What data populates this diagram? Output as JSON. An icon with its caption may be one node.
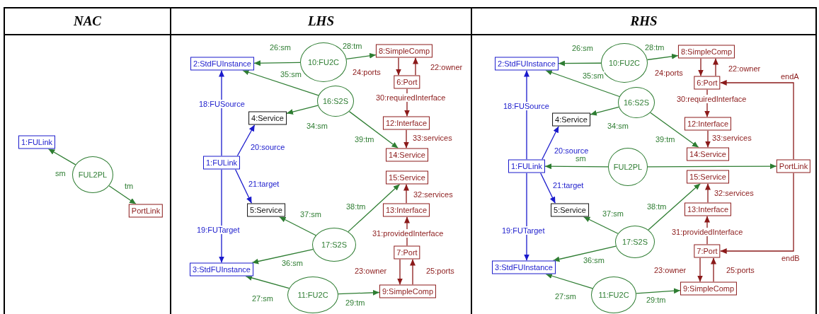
{
  "diagram": {
    "nodes": [
      {
        "text": [
          "NAC"
        ]
      },
      {
        "text": [
          "1:FULink"
        ],
        "in": 0
      },
      {
        "text": [
          "FUL2PL"
        ],
        "in": 0
      },
      {
        "text": [
          "PortLink"
        ],
        "in": 0
      },
      {
        "text": [
          "LHS"
        ]
      },
      {
        "text": [
          "2:StdFUInstance"
        ],
        "in": 4
      },
      {
        "text": [
          "10:FU2C"
        ],
        "in": 4
      },
      {
        "text": [
          "8:SimpleComp"
        ],
        "in": 4
      },
      {
        "text": [
          "6:Port"
        ],
        "in": 4
      },
      {
        "text": [
          "16:S2S"
        ],
        "in": 4
      },
      {
        "text": [
          "4:Service"
        ],
        "in": 4
      },
      {
        "text": [
          "12:Interface"
        ],
        "in": 4
      },
      {
        "text": [
          "14:Service"
        ],
        "in": 4
      },
      {
        "text": [
          "1:FULink"
        ],
        "in": 4
      },
      {
        "text": [
          "15:Service"
        ],
        "in": 4
      },
      {
        "text": [
          "5:Service"
        ],
        "in": 4
      },
      {
        "text": [
          "13:Interface"
        ],
        "in": 4
      },
      {
        "text": [
          "17:S2S"
        ],
        "in": 4
      },
      {
        "text": [
          "7:Port"
        ],
        "in": 4
      },
      {
        "text": [
          "3:StdFUInstance"
        ],
        "in": 4
      },
      {
        "text": [
          "9:SimpleComp"
        ],
        "in": 4
      },
      {
        "text": [
          "11:FU2C"
        ],
        "in": 4
      },
      {
        "text": [
          "RHS"
        ]
      },
      {
        "text": [
          "2:StdFUInstance"
        ],
        "in": 22
      },
      {
        "text": [
          "10:FU2C"
        ],
        "in": 22
      },
      {
        "text": [
          "8:SimpleComp"
        ],
        "in": 22
      },
      {
        "text": [
          "6:Port"
        ],
        "in": 22
      },
      {
        "text": [
          "16:S2S"
        ],
        "in": 22
      },
      {
        "text": [
          "4:Service"
        ],
        "in": 22
      },
      {
        "text": [
          "12:Interface"
        ],
        "in": 22
      },
      {
        "text": [
          "14:Service"
        ],
        "in": 22
      },
      {
        "text": [
          "1:FULink"
        ],
        "in": 22
      },
      {
        "text": [
          "FUL2PL"
        ],
        "in": 22
      },
      {
        "text": [
          "PortLink"
        ],
        "in": 22
      },
      {
        "text": [
          "15:Service"
        ],
        "in": 22
      },
      {
        "text": [
          "5:Service"
        ],
        "in": 22
      },
      {
        "text": [
          "13:Interface"
        ],
        "in": 22
      },
      {
        "text": [
          "17:S2S"
        ],
        "in": 22
      },
      {
        "text": [
          "7:Port"
        ],
        "in": 22
      },
      {
        "text": [
          "3:StdFUInstance"
        ],
        "in": 22
      },
      {
        "text": [
          "9:SimpleComp"
        ],
        "in": 22
      },
      {
        "text": [
          "11:FU2C"
        ],
        "in": 22
      }
    ],
    "edges": [
      {
        "from": 2,
        "to": 1,
        "arrow": "to",
        "label": "sm"
      },
      {
        "from": 2,
        "to": 3,
        "arrow": "to",
        "label": "tm"
      },
      {
        "from": 6,
        "to": 5,
        "arrow": "to",
        "label": "26:sm"
      },
      {
        "from": 6,
        "to": 7,
        "arrow": "to",
        "label": "28:tm"
      },
      {
        "from": 9,
        "to": 5,
        "arrow": "to",
        "label": "35:sm"
      },
      {
        "from": 9,
        "to": 10,
        "arrow": "to",
        "label": "34:sm"
      },
      {
        "from": 9,
        "to": 12,
        "arrow": "to",
        "label": "39:tm"
      },
      {
        "from": 7,
        "to": 8,
        "arrow": "to",
        "label": "24:ports",
        "color": "#8b1a1a"
      },
      {
        "from": 8,
        "to": 7,
        "arrow": "to",
        "label": "22:owner",
        "color": "#8b1a1a"
      },
      {
        "from": 8,
        "to": 11,
        "arrow": "to",
        "label": "30:requiredInterface",
        "color": "#8b1a1a"
      },
      {
        "from": 11,
        "to": 12,
        "arrow": "to",
        "label": "33:services",
        "color": "#8b1a1a"
      },
      {
        "from": 13,
        "to": 5,
        "arrow": "to",
        "label": "18:FUSource",
        "color": "#1a1acc"
      },
      {
        "from": 13,
        "to": 10,
        "arrow": "to",
        "label": "20:source",
        "color": "#1a1acc"
      },
      {
        "from": 13,
        "to": 15,
        "arrow": "to",
        "label": "21:target",
        "color": "#1a1acc"
      },
      {
        "from": 13,
        "to": 19,
        "arrow": "to",
        "label": "19:FUTarget",
        "color": "#1a1acc"
      },
      {
        "from": 17,
        "to": 15,
        "arrow": "to",
        "label": "37:sm"
      },
      {
        "from": 17,
        "to": 14,
        "arrow": "to",
        "label": "38:tm"
      },
      {
        "from": 17,
        "to": 19,
        "arrow": "to",
        "label": "36:sm"
      },
      {
        "from": 16,
        "to": 14,
        "arrow": "to",
        "label": "32:services",
        "color": "#8b1a1a"
      },
      {
        "from": 18,
        "to": 16,
        "arrow": "to",
        "label": "31:providedInterface",
        "color": "#8b1a1a"
      },
      {
        "from": 20,
        "to": 18,
        "arrow": "to",
        "label": "25:ports",
        "color": "#8b1a1a"
      },
      {
        "from": 18,
        "to": 20,
        "arrow": "to",
        "label": "23:owner",
        "color": "#8b1a1a"
      },
      {
        "from": 21,
        "to": 19,
        "arrow": "to",
        "label": "27:sm"
      },
      {
        "from": 21,
        "to": 20,
        "arrow": "to",
        "label": "29:tm"
      },
      {
        "from": 24,
        "to": 23,
        "arrow": "to",
        "label": "26:sm"
      },
      {
        "from": 24,
        "to": 25,
        "arrow": "to",
        "label": "28:tm"
      },
      {
        "from": 27,
        "to": 23,
        "arrow": "to",
        "label": "35:sm"
      },
      {
        "from": 27,
        "to": 28,
        "arrow": "to",
        "label": "34:sm"
      },
      {
        "from": 27,
        "to": 30,
        "arrow": "to",
        "label": "39:tm"
      },
      {
        "from": 25,
        "to": 26,
        "arrow": "to",
        "label": "24:ports",
        "color": "#8b1a1a"
      },
      {
        "from": 26,
        "to": 25,
        "arrow": "to",
        "label": "22:owner",
        "color": "#8b1a1a"
      },
      {
        "from": 26,
        "to": 29,
        "arrow": "to",
        "label": "30:requiredInterface",
        "color": "#8b1a1a"
      },
      {
        "from": 29,
        "to": 30,
        "arrow": "to",
        "label": "33:services",
        "color": "#8b1a1a"
      },
      {
        "from": 31,
        "to": 23,
        "arrow": "to",
        "label": "18:FUSource",
        "color": "#1a1acc"
      },
      {
        "from": 31,
        "to": 28,
        "arrow": "to",
        "label": "20:source",
        "color": "#1a1acc"
      },
      {
        "from": 31,
        "to": 35,
        "arrow": "to",
        "label": "21:target",
        "color": "#1a1acc"
      },
      {
        "from": 31,
        "to": 39,
        "arrow": "to",
        "label": "19:FUTarget",
        "color": "#1a1acc"
      },
      {
        "from": 37,
        "to": 35,
        "arrow": "to",
        "label": "37:sm"
      },
      {
        "from": 37,
        "to": 34,
        "arrow": "to",
        "label": "38:tm"
      },
      {
        "from": 37,
        "to": 39,
        "arrow": "to",
        "label": "36:sm"
      },
      {
        "from": 36,
        "to": 34,
        "arrow": "to",
        "label": "32:services",
        "color": "#8b1a1a"
      },
      {
        "from": 38,
        "to": 36,
        "arrow": "to",
        "label": "31:providedInterface",
        "color": "#8b1a1a"
      },
      {
        "from": 40,
        "to": 38,
        "arrow": "to",
        "label": "25:ports",
        "color": "#8b1a1a"
      },
      {
        "from": 38,
        "to": 40,
        "arrow": "to",
        "label": "23:owner",
        "color": "#8b1a1a"
      },
      {
        "from": 41,
        "to": 39,
        "arrow": "to",
        "label": "27:sm"
      },
      {
        "from": 41,
        "to": 40,
        "arrow": "to",
        "label": "29:tm"
      },
      {
        "from": 32,
        "to": 31,
        "arrow": "to",
        "label": "sm"
      },
      {
        "from": 32,
        "to": 33,
        "arrow": "to"
      },
      {
        "from": 33,
        "to": 26,
        "arrow": "to",
        "label": "endA",
        "color": "#8b1a1a"
      },
      {
        "from": 33,
        "to": 38,
        "arrow": "to",
        "label": "endB",
        "color": "#8b1a1a"
      }
    ]
  }
}
